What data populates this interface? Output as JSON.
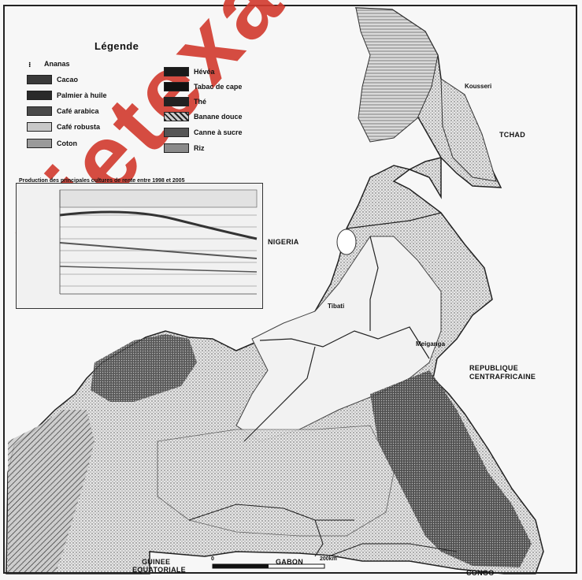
{
  "legend": {
    "title": "Légende",
    "items": [
      {
        "label": "Ananas",
        "color": "#ffffff"
      },
      {
        "label": "Cacao",
        "color": "#3a3a3a"
      },
      {
        "label": "Palmier à huile",
        "color": "#2a2a2a"
      },
      {
        "label": "Café arabica",
        "color": "#4a4a4a"
      },
      {
        "label": "Café robusta",
        "color": "#c8c8c8"
      },
      {
        "label": "Coton",
        "color": "#9a9a9a"
      },
      {
        "label": "Hévéa",
        "color": "#1a1a1a"
      },
      {
        "label": "Tabac de cape",
        "color": "#111111"
      },
      {
        "label": "Thé",
        "color": "#222222"
      },
      {
        "label": "Banane douce",
        "color": "#777777"
      },
      {
        "label": "Canne à sucre",
        "color": "#555555"
      },
      {
        "label": "Riz",
        "color": "#8a8a8a"
      }
    ]
  },
  "chart": {
    "title": "Production des principales cultures de rente entre 1998 et 2005"
  },
  "labels": {
    "countries": {
      "tchad": "TCHAD",
      "nigeria": "NIGERIA",
      "rca": [
        "REPUBLIQUE",
        "CENTRAFRICAINE"
      ],
      "guinee": [
        "GUINEE",
        "EQUATORIALE"
      ],
      "gabon": "GABON",
      "congo": "CONGO"
    },
    "cities": {
      "kousseri": "Kousseri",
      "tibati": "Tibati",
      "meiganga": "Meiganga"
    }
  },
  "scale": {
    "left": "0",
    "right": "200km"
  },
  "watermark": "ujetexa.c"
}
